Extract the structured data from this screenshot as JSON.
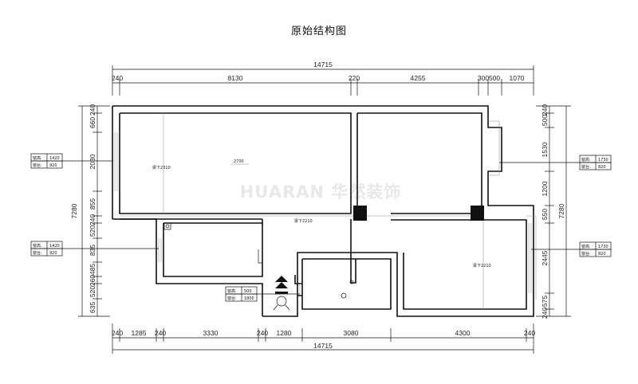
{
  "title": "原始结构图",
  "watermark": "HUARAN 华然装饰",
  "dims": {
    "top_total": "14715",
    "top_segments": [
      "240",
      "8130",
      "220",
      "4255",
      "300",
      "500",
      "1070"
    ],
    "bottom_total": "14715",
    "bottom_segments": [
      "240",
      "1285",
      "240",
      "3330",
      "240",
      "1280",
      "3080",
      "4300",
      "240"
    ],
    "left_total": "7280",
    "left_segments": [
      "240",
      "660",
      "2030",
      "855",
      "240",
      "520",
      "835",
      "485",
      "260",
      "520",
      "635"
    ],
    "right_total": "7280",
    "right_segments": [
      "240",
      "500",
      "1530",
      "1200",
      "550",
      "2445",
      "575",
      "240"
    ]
  },
  "beams": {
    "beam_left": "梁下2310",
    "beam_middle": "梁下2210",
    "beam_right": "梁下2210",
    "ceiling_height": "2700"
  },
  "windows": {
    "left_top": {
      "label_h": "窗高:",
      "value_h": "1420",
      "label_s": "窗台:",
      "value_s": "920"
    },
    "left_bottom": {
      "label_h": "窗高:",
      "value_h": "1420",
      "label_s": "窗台:",
      "value_s": "920"
    },
    "right_top": {
      "label_h": "窗高:",
      "value_h": "1730",
      "label_s": "窗台:",
      "value_s": "820"
    },
    "right_bottom": {
      "label_h": "窗高:",
      "value_h": "1730",
      "label_s": "窗台:",
      "value_s": "820"
    },
    "entrance": {
      "label_h": "窗高:",
      "value_h": "500",
      "label_s": "窗台:",
      "value_s": "1800"
    }
  },
  "icons": {
    "entry": "entry-arrow-icon",
    "meter": "gas-meter-icon"
  }
}
